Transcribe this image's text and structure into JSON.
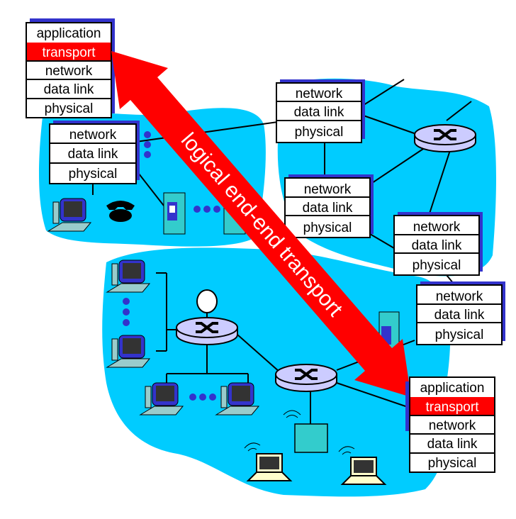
{
  "colors": {
    "cloud": "#00ccff",
    "arrow": "#ff0000",
    "shadow": "#3333cc",
    "router": "#ccccff",
    "highlight": "#ff0000"
  },
  "arrow_label": "logical end-end transport",
  "source_host": {
    "layers": [
      "application",
      "transport",
      "network",
      "data link",
      "physical"
    ],
    "highlighted": "transport"
  },
  "dest_host": {
    "layers": [
      "application",
      "transport",
      "network",
      "data link",
      "physical"
    ],
    "highlighted": "transport"
  },
  "routers": [
    {
      "layers": [
        "network",
        "data link",
        "physical"
      ]
    },
    {
      "layers": [
        "network",
        "data link",
        "physical"
      ]
    },
    {
      "layers": [
        "network",
        "data link",
        "physical"
      ]
    },
    {
      "layers": [
        "network",
        "data link",
        "physical"
      ]
    },
    {
      "layers": [
        "network",
        "data link",
        "physical"
      ]
    }
  ]
}
